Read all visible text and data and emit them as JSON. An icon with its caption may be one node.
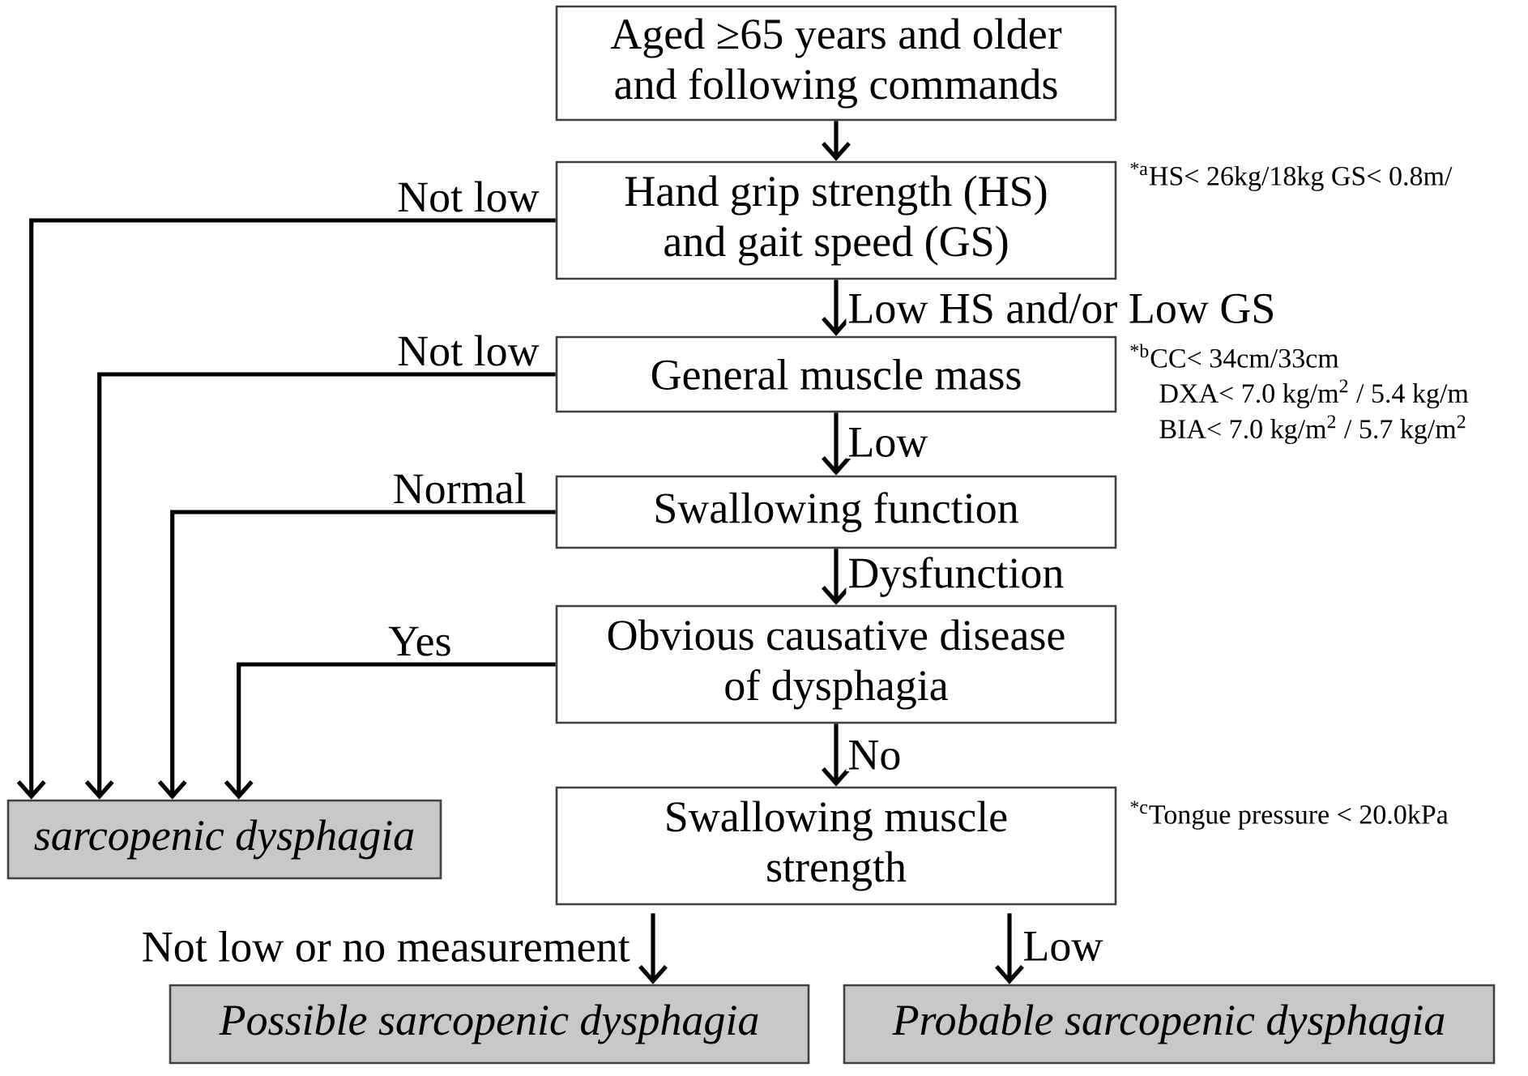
{
  "diagram": {
    "nodes": [
      {
        "text": [
          "Aged ≥65 years and older and following commands"
        ]
      },
      {
        "text": [
          "Hand grip strength (HS) and gait speed (GS)"
        ],
        "beside": [
          "$^{*a}$HS< 26kg/18kg GS< 0.8m/"
        ]
      },
      {
        "text": [
          "General muscle mass"
        ],
        "beside": [
          "$^{*b}$CC< 34cm/33cm",
          "DXA< 7.0 kg/m$^{2}$ / 5.4 kg/m",
          "BIA< 7.0 kg/m$^{2}$ / 5.7 kg/m$^{2}$"
        ]
      },
      {
        "text": [
          "Swallowing function"
        ]
      },
      {
        "text": [
          "Obvious causative disease of dysphagia"
        ]
      },
      {
        "text": [
          "sarcopenic dysphagia"
        ]
      },
      {
        "text": [
          "Swallowing muscle strength"
        ],
        "beside": [
          "$^{*c}$Tongue pressure < 20.0kPa"
        ]
      },
      {
        "text": [
          "Possible sarcopenic dysphagia"
        ]
      },
      {
        "text": [
          "Probable sarcopenic dysphagia"
        ]
      }
    ],
    "edges": [
      {
        "from": 0,
        "to": 1,
        "arrow": "to"
      },
      {
        "from": 1,
        "to": 5,
        "arrow": "to",
        "label": "Not low"
      },
      {
        "from": 1,
        "to": 2,
        "arrow": "to",
        "label": "Low HS and/or Low GS"
      },
      {
        "from": 2,
        "to": 5,
        "arrow": "to",
        "label": "Not low"
      },
      {
        "from": 2,
        "to": 3,
        "arrow": "to",
        "label": "Low"
      },
      {
        "from": 3,
        "to": 5,
        "arrow": "to",
        "label": "Normal"
      },
      {
        "from": 3,
        "to": 4,
        "arrow": "to",
        "label": "Dysfunction"
      },
      {
        "from": 4,
        "to": 5,
        "arrow": "to",
        "label": "Yes"
      },
      {
        "from": 4,
        "to": 6,
        "arrow": "to",
        "label": "No"
      },
      {
        "from": 6,
        "to": 7,
        "arrow": "to",
        "label": "Not low or no measurement"
      },
      {
        "from": 6,
        "to": 8,
        "arrow": "to",
        "label": "Low"
      }
    ]
  }
}
